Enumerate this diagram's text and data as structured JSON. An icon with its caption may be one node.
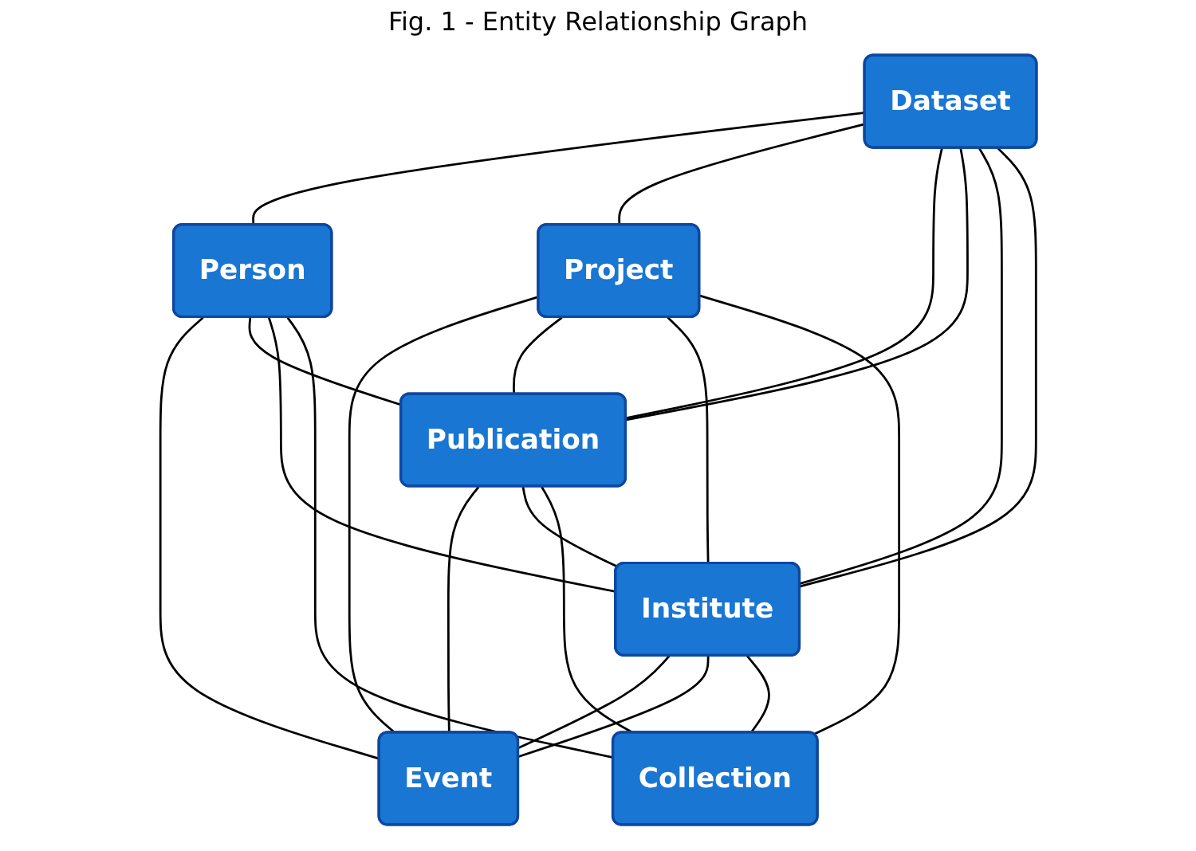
{
  "diagram": {
    "title": "Fig. 1 - Entity Relationship Graph",
    "nodes": [
      {
        "text": [
          "Dataset"
        ]
      },
      {
        "text": [
          "Person"
        ]
      },
      {
        "text": [
          "Project"
        ]
      },
      {
        "text": [
          "Publication"
        ]
      },
      {
        "text": [
          "Institute"
        ]
      },
      {
        "text": [
          "Event"
        ]
      },
      {
        "text": [
          "Collection"
        ]
      }
    ],
    "edges": [
      {
        "from": 0,
        "to": 1,
        "arrow": "none"
      },
      {
        "from": 0,
        "to": 2,
        "arrow": "none"
      },
      {
        "from": 0,
        "to": 3,
        "arrow": "none"
      },
      {
        "from": 0,
        "to": 3,
        "arrow": "none"
      },
      {
        "from": 0,
        "to": 4,
        "arrow": "none"
      },
      {
        "from": 0,
        "to": 4,
        "arrow": "none"
      },
      {
        "from": 1,
        "to": 5,
        "arrow": "none"
      },
      {
        "from": 1,
        "to": 3,
        "arrow": "none"
      },
      {
        "from": 1,
        "to": 4,
        "arrow": "none"
      },
      {
        "from": 1,
        "to": 6,
        "arrow": "none"
      },
      {
        "from": 2,
        "to": 5,
        "arrow": "none"
      },
      {
        "from": 2,
        "to": 3,
        "arrow": "none"
      },
      {
        "from": 2,
        "to": 4,
        "arrow": "none"
      },
      {
        "from": 2,
        "to": 6,
        "arrow": "none"
      },
      {
        "from": 3,
        "to": 5,
        "arrow": "none"
      },
      {
        "from": 3,
        "to": 4,
        "arrow": "none"
      },
      {
        "from": 3,
        "to": 6,
        "arrow": "none"
      },
      {
        "from": 4,
        "to": 5,
        "arrow": "none"
      },
      {
        "from": 4,
        "to": 5,
        "arrow": "none"
      },
      {
        "from": 4,
        "to": 6,
        "arrow": "none"
      }
    ]
  }
}
